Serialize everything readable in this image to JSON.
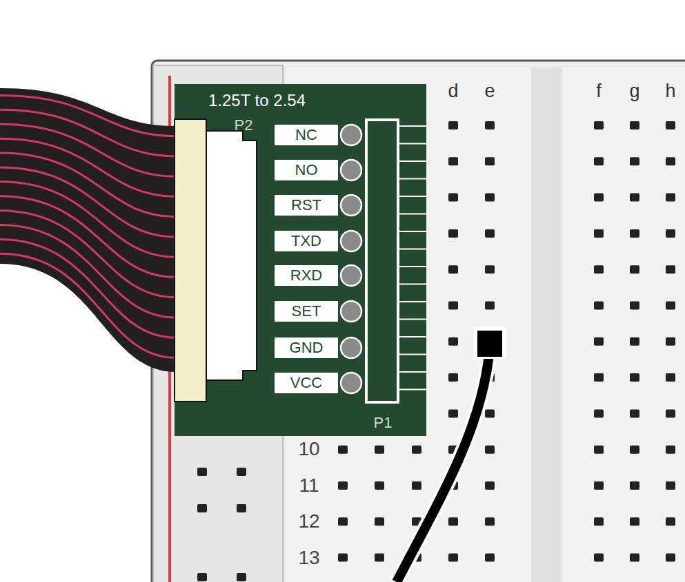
{
  "diagram": {
    "nodes": [
      {
        "text": [
          "1.25T to 2.54"
        ]
      },
      {
        "text": [
          "NC"
        ],
        "in": 0
      },
      {
        "text": [
          "NO"
        ],
        "in": 0
      },
      {
        "text": [
          "RST"
        ],
        "in": 0
      },
      {
        "text": [
          "TXD"
        ],
        "in": 0
      },
      {
        "text": [
          "RXD"
        ],
        "in": 0
      },
      {
        "text": [
          "SET"
        ],
        "in": 0
      },
      {
        "text": [
          "GND"
        ],
        "in": 0
      },
      {
        "text": [
          "VCC"
        ],
        "in": 0
      }
    ],
    "labels": [
      "P2",
      "P1",
      "d",
      "e",
      "f",
      "g",
      "h",
      "10",
      "11",
      "12",
      "13"
    ]
  }
}
